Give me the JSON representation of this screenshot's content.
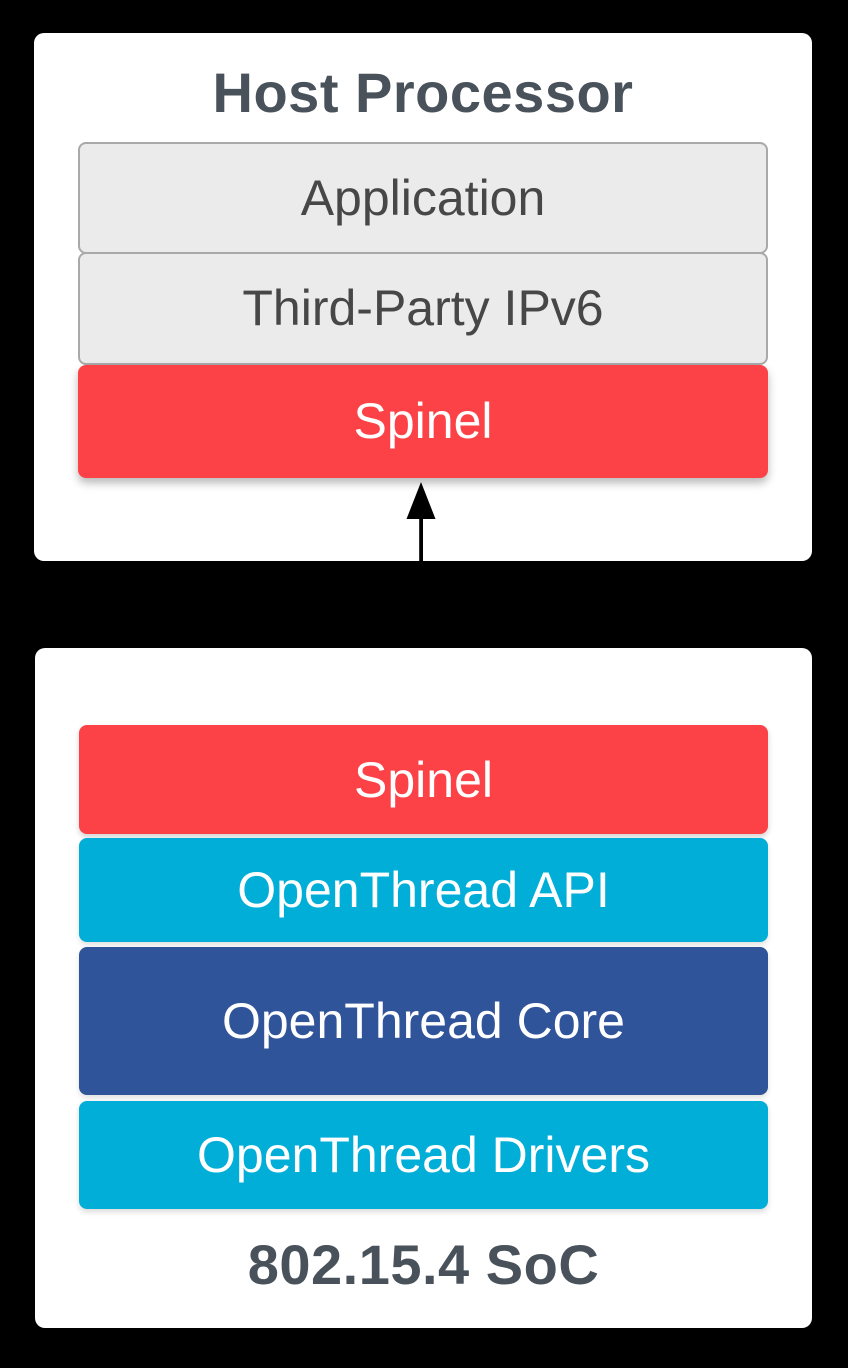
{
  "colors": {
    "background": "#000000",
    "panel": "#ffffff",
    "red": "#fc4246",
    "cyan": "#00aed8",
    "blue": "#30549a",
    "gray_fill": "#ebebeb",
    "gray_border": "#a9a9a9",
    "title_text": "#49525a",
    "gray_label_text": "#474747",
    "colored_label_text": "#ffffff",
    "arrow": "#000000"
  },
  "host": {
    "title": "Host Processor",
    "layers": [
      {
        "label": "Application"
      },
      {
        "label": "Third-Party IPv6"
      },
      {
        "label": "Spinel"
      }
    ]
  },
  "arrow": {
    "direction": "bidirectional"
  },
  "soc": {
    "title": "802.15.4 SoC",
    "layers": [
      {
        "label": "Spinel"
      },
      {
        "label": "OpenThread API"
      },
      {
        "label": "OpenThread Core"
      },
      {
        "label": "OpenThread Drivers"
      }
    ]
  }
}
